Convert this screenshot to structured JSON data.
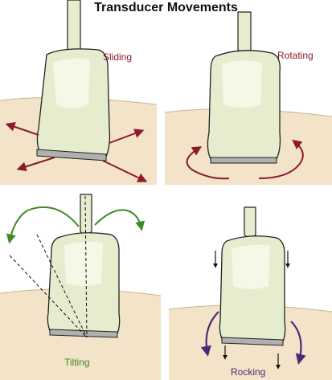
{
  "title": "Transducer Movements",
  "panels": {
    "sliding": {
      "label": "Sliding",
      "label_color": "#8b1a2e"
    },
    "rotating": {
      "label": "Rotating",
      "label_color": "#8b1a2e"
    },
    "tilting": {
      "label": "Tilting",
      "label_color": "#3d8b2a"
    },
    "rocking": {
      "label": "Rocking",
      "label_color": "#4b2a7a"
    }
  },
  "colors": {
    "skin": "#f3e3c8",
    "transducer_body": "#e6edcf",
    "transducer_highlight": "#f4f8e6",
    "transducer_face": "#b0b0b0",
    "cable": "#e6edcf",
    "outline": "#222222",
    "sliding_arrows": "#8b1a2e",
    "rotating_arrows": "#8b1a2e",
    "tilting_arrows": "#3d8b2a",
    "rocking_arrows": "#4b2a7a"
  }
}
